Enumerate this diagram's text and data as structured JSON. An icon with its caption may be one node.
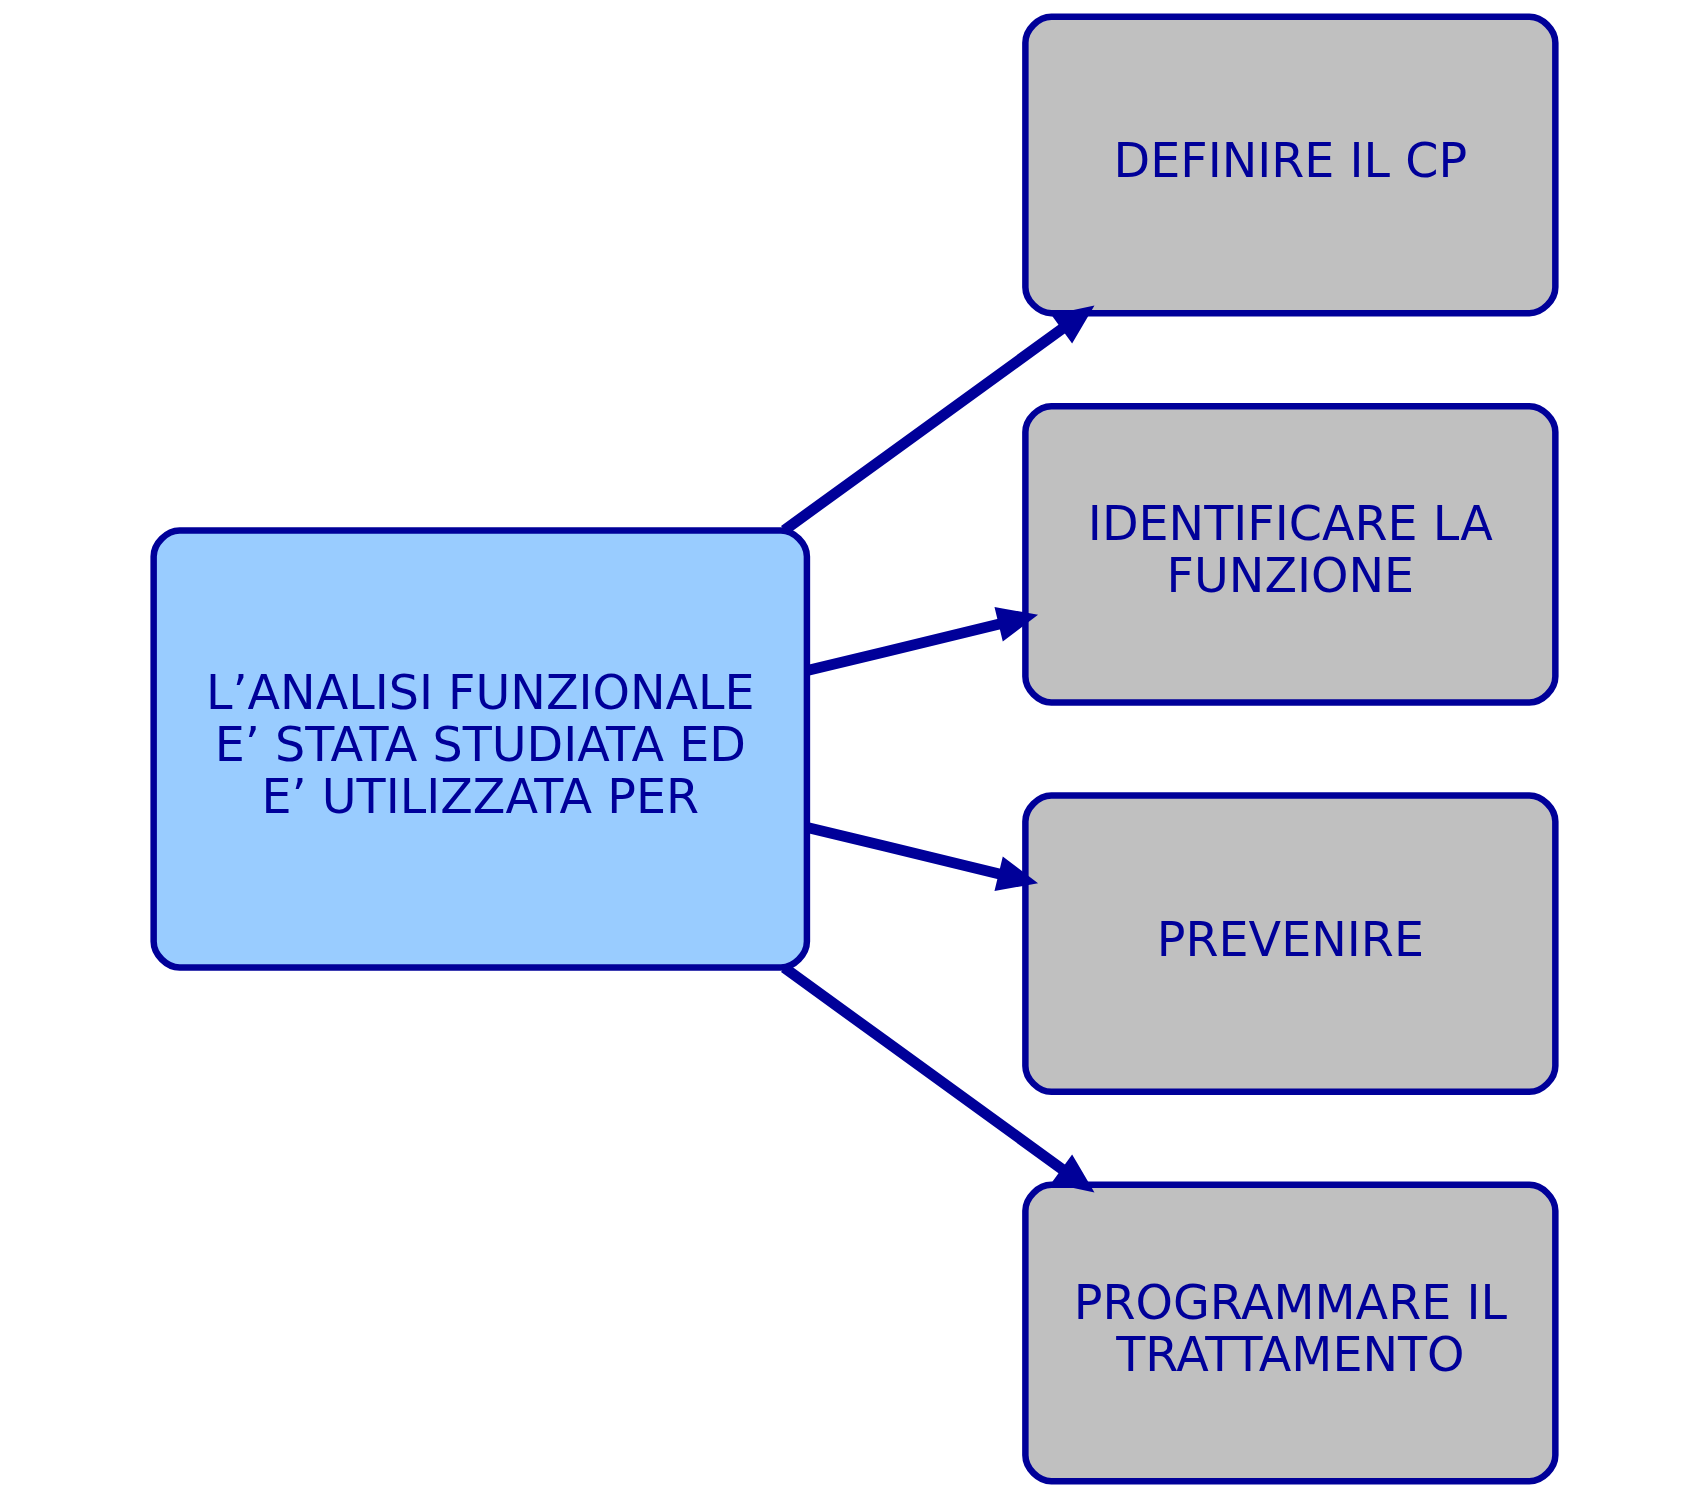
{
  "diagram": {
    "nodes": [
      {
        "text": [
          "L’ANALISI FUNZIONALE E’ STATA STUDIATA ED E’ UTILIZZATA PER"
        ]
      },
      {
        "text": [
          "DEFINIRE IL CP"
        ]
      },
      {
        "text": [
          "IDENTIFICARE LA FUNZIONE"
        ]
      },
      {
        "text": [
          "PREVENIRE"
        ]
      },
      {
        "text": [
          "PROGRAMMARE IL TRATTAMENTO"
        ]
      }
    ],
    "edges": [
      {
        "from": 0,
        "to": 1,
        "arrow": "to"
      },
      {
        "from": 0,
        "to": 2,
        "arrow": "to"
      },
      {
        "from": 0,
        "to": 3,
        "arrow": "to"
      },
      {
        "from": 0,
        "to": 4,
        "arrow": "to"
      }
    ]
  }
}
